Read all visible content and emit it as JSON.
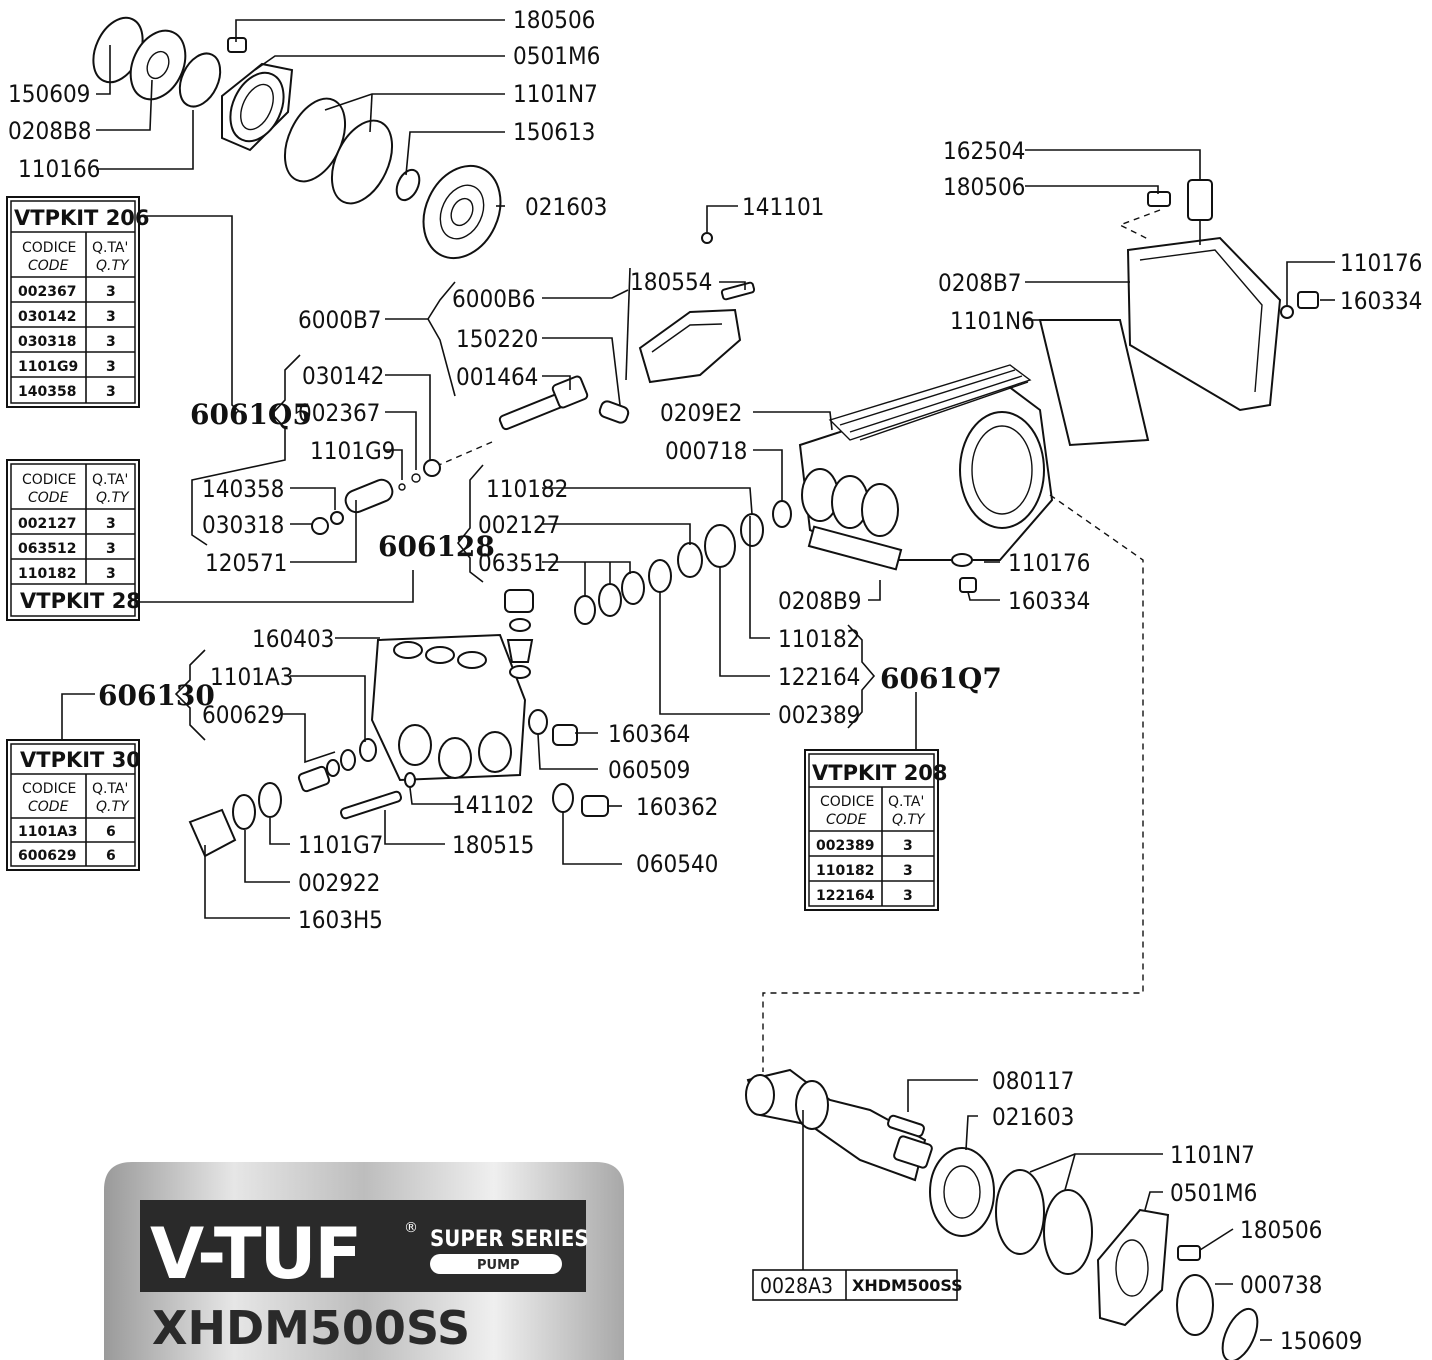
{
  "labels": {
    "p180506a": "180506",
    "p0501M6a": "0501M6",
    "p1101N7a": "1101N7",
    "p150613": "150613",
    "p021603a": "021603",
    "p150609a": "150609",
    "p0208B8": "0208B8",
    "p110166": "110166",
    "p141101": "141101",
    "p180554": "180554",
    "p6000B6": "6000B6",
    "p6000B7": "6000B7",
    "p150220": "150220",
    "p001464": "001464",
    "p162504": "162504",
    "p180506b": "180506",
    "p0208B7": "0208B7",
    "p1101N6": "1101N6",
    "p110176a": "110176",
    "p160334a": "160334",
    "p030142": "030142",
    "p002367": "002367",
    "p1101G9": "1101G9",
    "p140358": "140358",
    "p030318": "030318",
    "p120571": "120571",
    "p0209E2": "0209E2",
    "p000718": "000718",
    "p110182a": "110182",
    "p002127": "002127",
    "p063512": "063512",
    "p110176b": "110176",
    "p160334b": "160334",
    "p0208B9": "0208B9",
    "p110182b": "110182",
    "p122164": "122164",
    "p002389": "002389",
    "p160403": "160403",
    "p1101A3": "1101A3",
    "p600629": "600629",
    "p160364": "160364",
    "p060509": "060509",
    "p141102": "141102",
    "p160362": "160362",
    "p1101G7": "1101G7",
    "p180515": "180515",
    "p060540": "060540",
    "p002922": "002922",
    "p1603H5": "1603H5",
    "p080117": "080117",
    "p021603b": "021603",
    "p1101N7b": "1101N7",
    "p0501M6b": "0501M6",
    "p180506c": "180506",
    "p000738": "000738",
    "p150609b": "150609"
  },
  "groups": {
    "g6061Q5": "6061Q5",
    "g606128": "606128",
    "g606130": "606130",
    "g6061Q7": "6061Q7"
  },
  "kits": {
    "k206": {
      "title": "VTPKIT 206",
      "h1a": "CODICE",
      "h1b": "CODE",
      "h2a": "Q.TA'",
      "h2b": "Q.TY",
      "rows": [
        [
          "002367",
          "3"
        ],
        [
          "030142",
          "3"
        ],
        [
          "030318",
          "3"
        ],
        [
          "1101G9",
          "3"
        ],
        [
          "140358",
          "3"
        ]
      ]
    },
    "k28": {
      "title": "VTPKIT 28",
      "h1a": "CODICE",
      "h1b": "CODE",
      "h2a": "Q.TA'",
      "h2b": "Q.TY",
      "rows": [
        [
          "002127",
          "3"
        ],
        [
          "063512",
          "3"
        ],
        [
          "110182",
          "3"
        ]
      ]
    },
    "k30": {
      "title": "VTPKIT 30",
      "h1a": "CODICE",
      "h1b": "CODE",
      "h2a": "Q.TA'",
      "h2b": "Q.TY",
      "rows": [
        [
          "1101A3",
          "6"
        ],
        [
          "600629",
          "6"
        ]
      ]
    },
    "k208": {
      "title": "VTPKIT 208",
      "h1a": "CODICE",
      "h1b": "CODE",
      "h2a": "Q.TA'",
      "h2b": "Q.TY",
      "rows": [
        [
          "002389",
          "3"
        ],
        [
          "110182",
          "3"
        ],
        [
          "122164",
          "3"
        ]
      ]
    }
  },
  "shaft_table": {
    "code": "0028A3",
    "model": "XHDM500SS"
  },
  "logo": {
    "brand": "V-TUF",
    "reg": "®",
    "series": "SUPER SERIES",
    "pump": "PUMP",
    "model": "XHDM500SS"
  }
}
